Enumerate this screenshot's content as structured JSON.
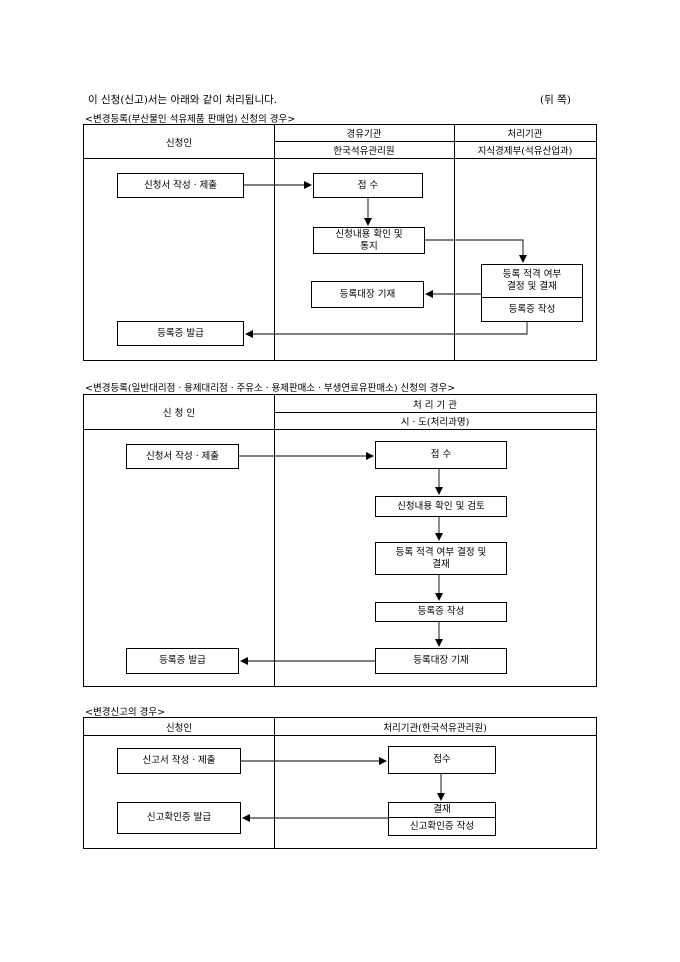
{
  "header": {
    "title": "이 신청(신고)서는 아래와 같이 처리됩니다.",
    "side": "(뒤   쪽)"
  },
  "section1": {
    "caption": "<변경등록(부산물인 석유제품 판매업) 신청의 경우>",
    "col_applicant": "신청인",
    "col_via": "경유기관",
    "col_via_org": "한국석유관리원",
    "col_proc": "처리기관",
    "col_proc_org": "지식경제부(석유산업과)",
    "box_submit": "신청서 작성ㆍ제출",
    "box_receive": "접   수",
    "box_review": "신청내용 확인 및\n통지",
    "box_decide": "등록 적격 여부\n결정 및 결재",
    "box_cert": "등록증 작성",
    "box_ledger": "등록대장 기재",
    "box_issue": "등록증 발급"
  },
  "section2": {
    "caption": "<변경등록(일반대리점ㆍ용제대리점ㆍ주유소ㆍ용제판매소ㆍ부생연료유판매소) 신청의 경우>",
    "col_applicant": "신 청 인",
    "col_proc": "처 리 기 관",
    "col_proc_org": "시ㆍ도(처리과명)",
    "box_submit": "신청서 작성ㆍ제출",
    "box_receive": "접 수",
    "box_review": "신청내용 확인 및 검토",
    "box_decide": "등록 적격 여부 결정 및\n결재",
    "box_cert": "등록증 작성",
    "box_ledger": "등록대장 기재",
    "box_issue": "등록증 발급"
  },
  "section3": {
    "caption": "<변경신고의 경우>",
    "col_applicant": "신청인",
    "col_proc": "처리기관(한국석유관리원)",
    "box_submit": "신고서 작성ㆍ제출",
    "box_receive": "접수",
    "box_approve": "결재",
    "box_cert": "신고확인증 작성",
    "box_issue": "신고확인증 발급"
  }
}
